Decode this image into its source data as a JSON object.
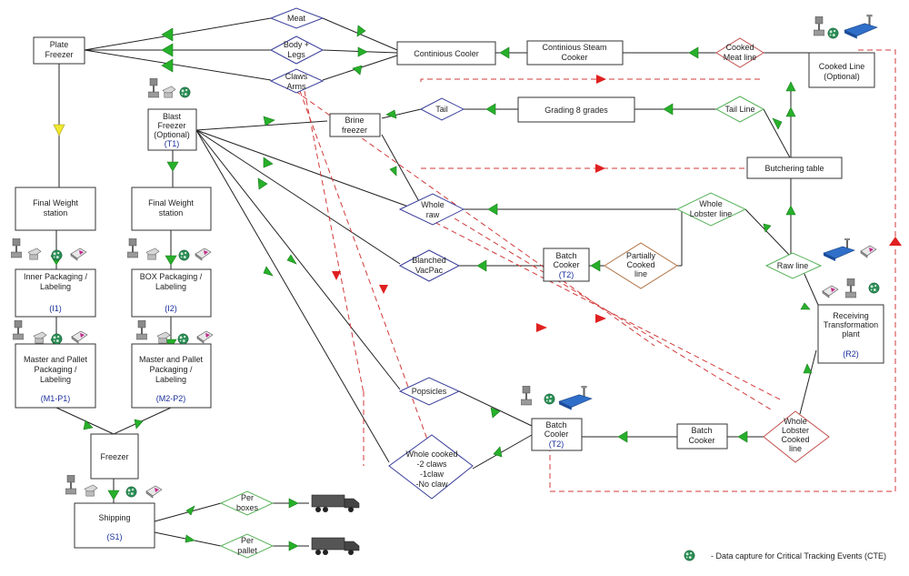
{
  "nodes": {
    "plate_freezer": [
      "Plate",
      "Freezer"
    ],
    "meat": "Meat",
    "body_legs": [
      "Body +",
      "Legs"
    ],
    "claws_arms": [
      "Claws",
      "Arms"
    ],
    "continuous_cooler": "Continious Cooler",
    "continuous_steam_cooker": [
      "Continious Steam",
      "Cooker"
    ],
    "cooked_meat_line": [
      "Cooked",
      "Meat line"
    ],
    "cooked_line_optional": [
      "Cooked Line",
      "(Optional)"
    ],
    "blast_freezer": [
      "Blast",
      "Freezer",
      "(Optional)"
    ],
    "blast_freezer_code": "(T1)",
    "brine_freezer": [
      "Brine",
      "freezer"
    ],
    "tail": "Tail",
    "grading": "Grading 8 grades",
    "tail_line": "Tail Line",
    "butchering_table": "Butchering table",
    "whole_raw": [
      "Whole",
      "raw"
    ],
    "whole_lobster_line": [
      "Whole",
      "Lobster line"
    ],
    "raw_line": "Raw line",
    "blanched_vacpac": [
      "Blanched",
      "VacPac"
    ],
    "batch_cooker_top": [
      "Batch",
      "Cooker"
    ],
    "batch_cooker_top_code": "(T2)",
    "partially_cooked_line": [
      "Partially",
      "Cooked",
      "line"
    ],
    "receiving": [
      "Receiving",
      "Transformation",
      "plant"
    ],
    "receiving_code": "(R2)",
    "final_weight_1": [
      "Final Weight",
      "station"
    ],
    "final_weight_2": [
      "Final Weight",
      "station"
    ],
    "inner_packaging": [
      "Inner Packaging /",
      "Labeling"
    ],
    "inner_packaging_code": "(I1)",
    "box_packaging": [
      "BOX Packaging /",
      "Labeling"
    ],
    "box_packaging_code": "(I2)",
    "master_pallet_1": [
      "Master and Pallet",
      "Packaging /",
      "Labeling"
    ],
    "master_pallet_1_code": "(M1-P1)",
    "master_pallet_2": [
      "Master and Pallet",
      "Packaging /",
      "Labeling"
    ],
    "master_pallet_2_code": "(M2-P2)",
    "freezer": "Freezer",
    "shipping": "Shipping",
    "shipping_code": "(S1)",
    "popsicles": "Popsicles",
    "whole_cooked": [
      "Whole cooked",
      "-2 claws",
      "-1claw",
      "-No claw"
    ],
    "batch_cooler": [
      "Batch",
      "Cooler"
    ],
    "batch_cooler_code": "(T2)",
    "batch_cooker_bottom": [
      "Batch",
      "Cooker"
    ],
    "whole_lobster_cooked_line": [
      "Whole",
      "Lobster",
      "Cooked",
      "line"
    ],
    "per_boxes": [
      "Per",
      "boxes"
    ],
    "per_pallet": [
      "Per",
      "pallet"
    ]
  },
  "legend": {
    "text": "- Data capture for Critical Tracking Events (CTE)",
    "icon": "cte-data-capture-icon"
  },
  "icons": [
    "weighing-scale-icon",
    "barcode-scanner-icon",
    "label-printer-icon",
    "globe-data-icon",
    "rfid-reader-icon",
    "delivery-truck-icon"
  ],
  "colors": {
    "flow_arrow": "#27b02b",
    "traceability_link": "#d23a3a",
    "freezer_arrow": "#f2e830",
    "process_diamond": "#3a3f9a",
    "line_diamond": "#58b25a",
    "cooked_diamond": "#c0504d"
  }
}
